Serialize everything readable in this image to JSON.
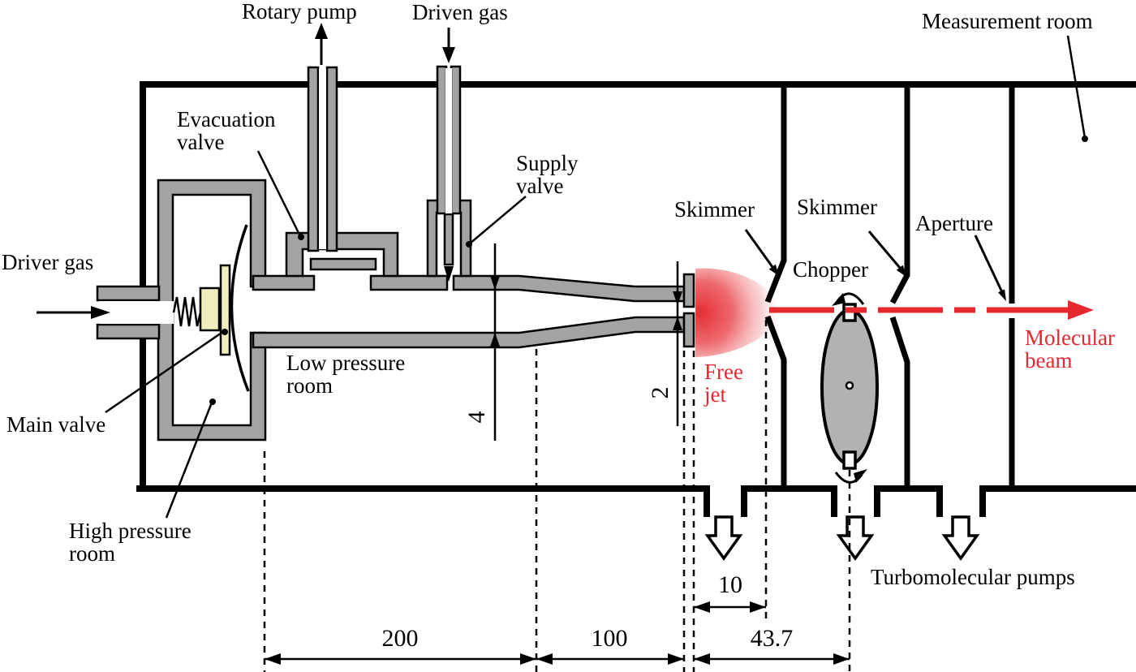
{
  "colors": {
    "pipe_gray": "#a3a3a3",
    "chopper_gray": "#b2b2b2",
    "valve_cream": "#f0eebd",
    "beam_red": "#e8282f",
    "line_black": "#000000"
  },
  "labels": {
    "rotary_pump": "Rotary pump",
    "driven_gas": "Driven gas",
    "measurement_room": "Measurement room",
    "evacuation_valve": {
      "line1": "Evacuation",
      "line2": "valve"
    },
    "supply_valve": {
      "line1": "Supply",
      "line2": "valve"
    },
    "driver_gas": "Driver gas",
    "main_valve": "Main valve",
    "low_pressure_room": {
      "line1": "Low pressure",
      "line2": "room"
    },
    "high_pressure_room": {
      "line1": "High pressure",
      "line2": "room"
    },
    "skimmer_first": "Skimmer",
    "skimmer_second": "Skimmer",
    "aperture": "Aperture",
    "chopper": "Chopper",
    "free_jet": {
      "line1": "Free",
      "line2": "jet"
    },
    "molecular_beam": {
      "line1": "Molecular",
      "line2": "beam"
    },
    "turbomolecular_pumps": "Turbomolecular pumps"
  },
  "dimensions": {
    "hp_room_to_taper": "200",
    "taper_to_nozzle": "100",
    "nozzle_to_chopper": "43.7",
    "nozzle_to_skimmer": "10",
    "tube_inner_height": "4",
    "nozzle_throat": "2"
  }
}
